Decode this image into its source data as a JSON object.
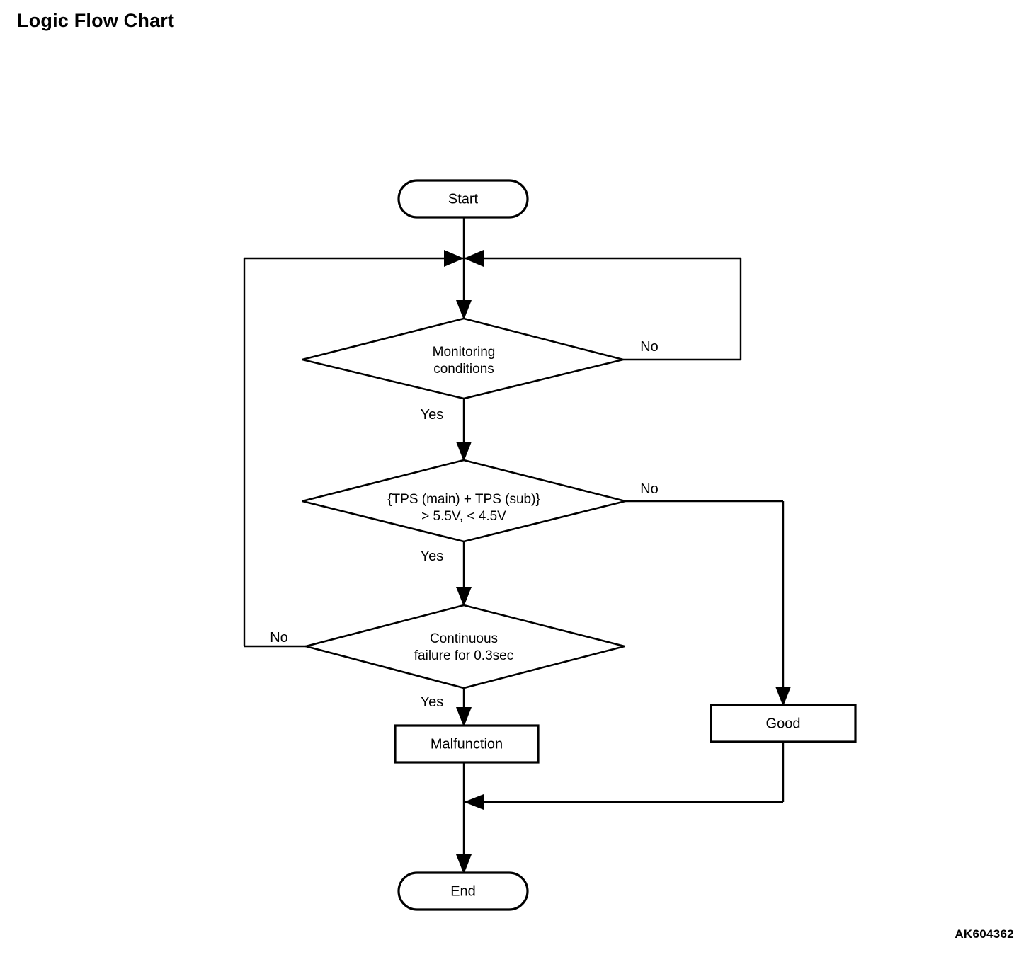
{
  "page": {
    "title": "Logic Flow Chart",
    "figure_code": "AK604362",
    "background_color": "#ffffff",
    "line_color": "#000000"
  },
  "chart_data": {
    "type": "diagram",
    "diagram_kind": "flowchart",
    "title": "Logic Flow Chart",
    "nodes": [
      {
        "id": "start",
        "shape": "terminator",
        "label": "Start"
      },
      {
        "id": "monitoring",
        "shape": "decision",
        "label_line1": "Monitoring",
        "label_line2": "conditions"
      },
      {
        "id": "tps",
        "shape": "decision",
        "label_line1": "{TPS (main) + TPS (sub)}",
        "label_line2": "> 5.5V, < 4.5V"
      },
      {
        "id": "continuous",
        "shape": "decision",
        "label_line1": "Continuous",
        "label_line2": "failure for 0.3sec"
      },
      {
        "id": "malfunction",
        "shape": "process",
        "label": "Malfunction"
      },
      {
        "id": "good",
        "shape": "process",
        "label": "Good"
      },
      {
        "id": "end",
        "shape": "terminator",
        "label": "End"
      }
    ],
    "edges": [
      {
        "from": "start",
        "to": "monitoring",
        "label": ""
      },
      {
        "from": "monitoring",
        "to": "tps",
        "label": "Yes"
      },
      {
        "from": "monitoring",
        "to": "merge-top",
        "label": "No"
      },
      {
        "from": "tps",
        "to": "continuous",
        "label": "Yes"
      },
      {
        "from": "tps",
        "to": "good",
        "label": "No"
      },
      {
        "from": "continuous",
        "to": "malfunction",
        "label": "Yes"
      },
      {
        "from": "continuous",
        "to": "merge-top",
        "label": "No"
      },
      {
        "from": "malfunction",
        "to": "end",
        "label": ""
      },
      {
        "from": "good",
        "to": "end",
        "label": ""
      }
    ]
  },
  "nodes": {
    "start": {
      "label": "Start"
    },
    "monitoring": {
      "line1": "Monitoring",
      "line2": "conditions"
    },
    "tps": {
      "line1": "{TPS (main) + TPS (sub)}",
      "line2": "> 5.5V, < 4.5V"
    },
    "continuous": {
      "line1": "Continuous",
      "line2": "failure for 0.3sec"
    },
    "malfunction": {
      "label": "Malfunction"
    },
    "good": {
      "label": "Good"
    },
    "end": {
      "label": "End"
    }
  },
  "edge_labels": {
    "monitoring_no": "No",
    "monitoring_yes": "Yes",
    "tps_no": "No",
    "tps_yes": "Yes",
    "continuous_no": "No",
    "continuous_yes": "Yes"
  }
}
